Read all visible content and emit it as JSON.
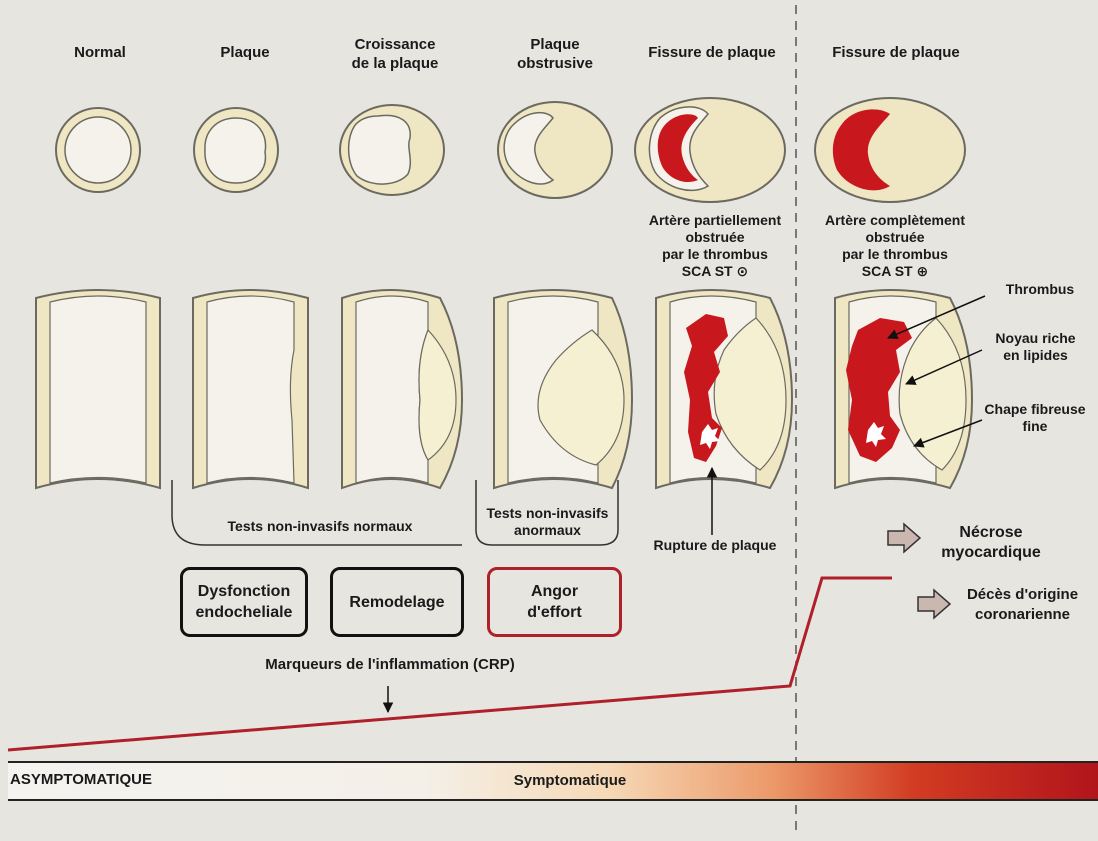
{
  "stages": [
    {
      "title": "Normal"
    },
    {
      "title": "Plaque"
    },
    {
      "title": "Croissance\nde la plaque"
    },
    {
      "title": "Plaque\nobstrusive"
    },
    {
      "title": "Fissure de plaque"
    },
    {
      "title": "Fissure de plaque"
    }
  ],
  "captions": {
    "partial": "Artère partiellement\nobstruée\npar le thrombus\nSCA  ST ⊙",
    "complete": "Artère complètement\nobstruée\npar le thrombus\nSCA  ST ⊕"
  },
  "annotations": {
    "thrombus": "Thrombus",
    "lipid_core": "Noyau riche\nen lipides",
    "fibrous_cap": "Chape fibreuse\nfine",
    "rupture": "Rupture de plaque"
  },
  "tests": {
    "normal": "Tests non-invasifs normaux",
    "abnormal": "Tests non-invasifs\nanormaux"
  },
  "boxes": {
    "dysfunction": "Dysfonction\nendocheliale",
    "remodeling": "Remodelage",
    "angor": "Angor\nd'effort"
  },
  "outcomes": {
    "necrosis": "Nécrose\nmyocardique",
    "death": "Décès d'origine\ncoronarienne"
  },
  "markers_label": "Marqueurs de l'inflammation (CRP)",
  "bar": {
    "asymptomatic": "ASYMPTOMATIQUE",
    "symptomatic": "Symptomatique"
  },
  "colors": {
    "background": "#e6e5e0",
    "wall": "#efe6c4",
    "wall_border": "#6c6a60",
    "lumen": "#f4f2ea",
    "plaque": "#f6f0d2",
    "thrombus": "#c8181e",
    "line_red": "#b0202a"
  }
}
